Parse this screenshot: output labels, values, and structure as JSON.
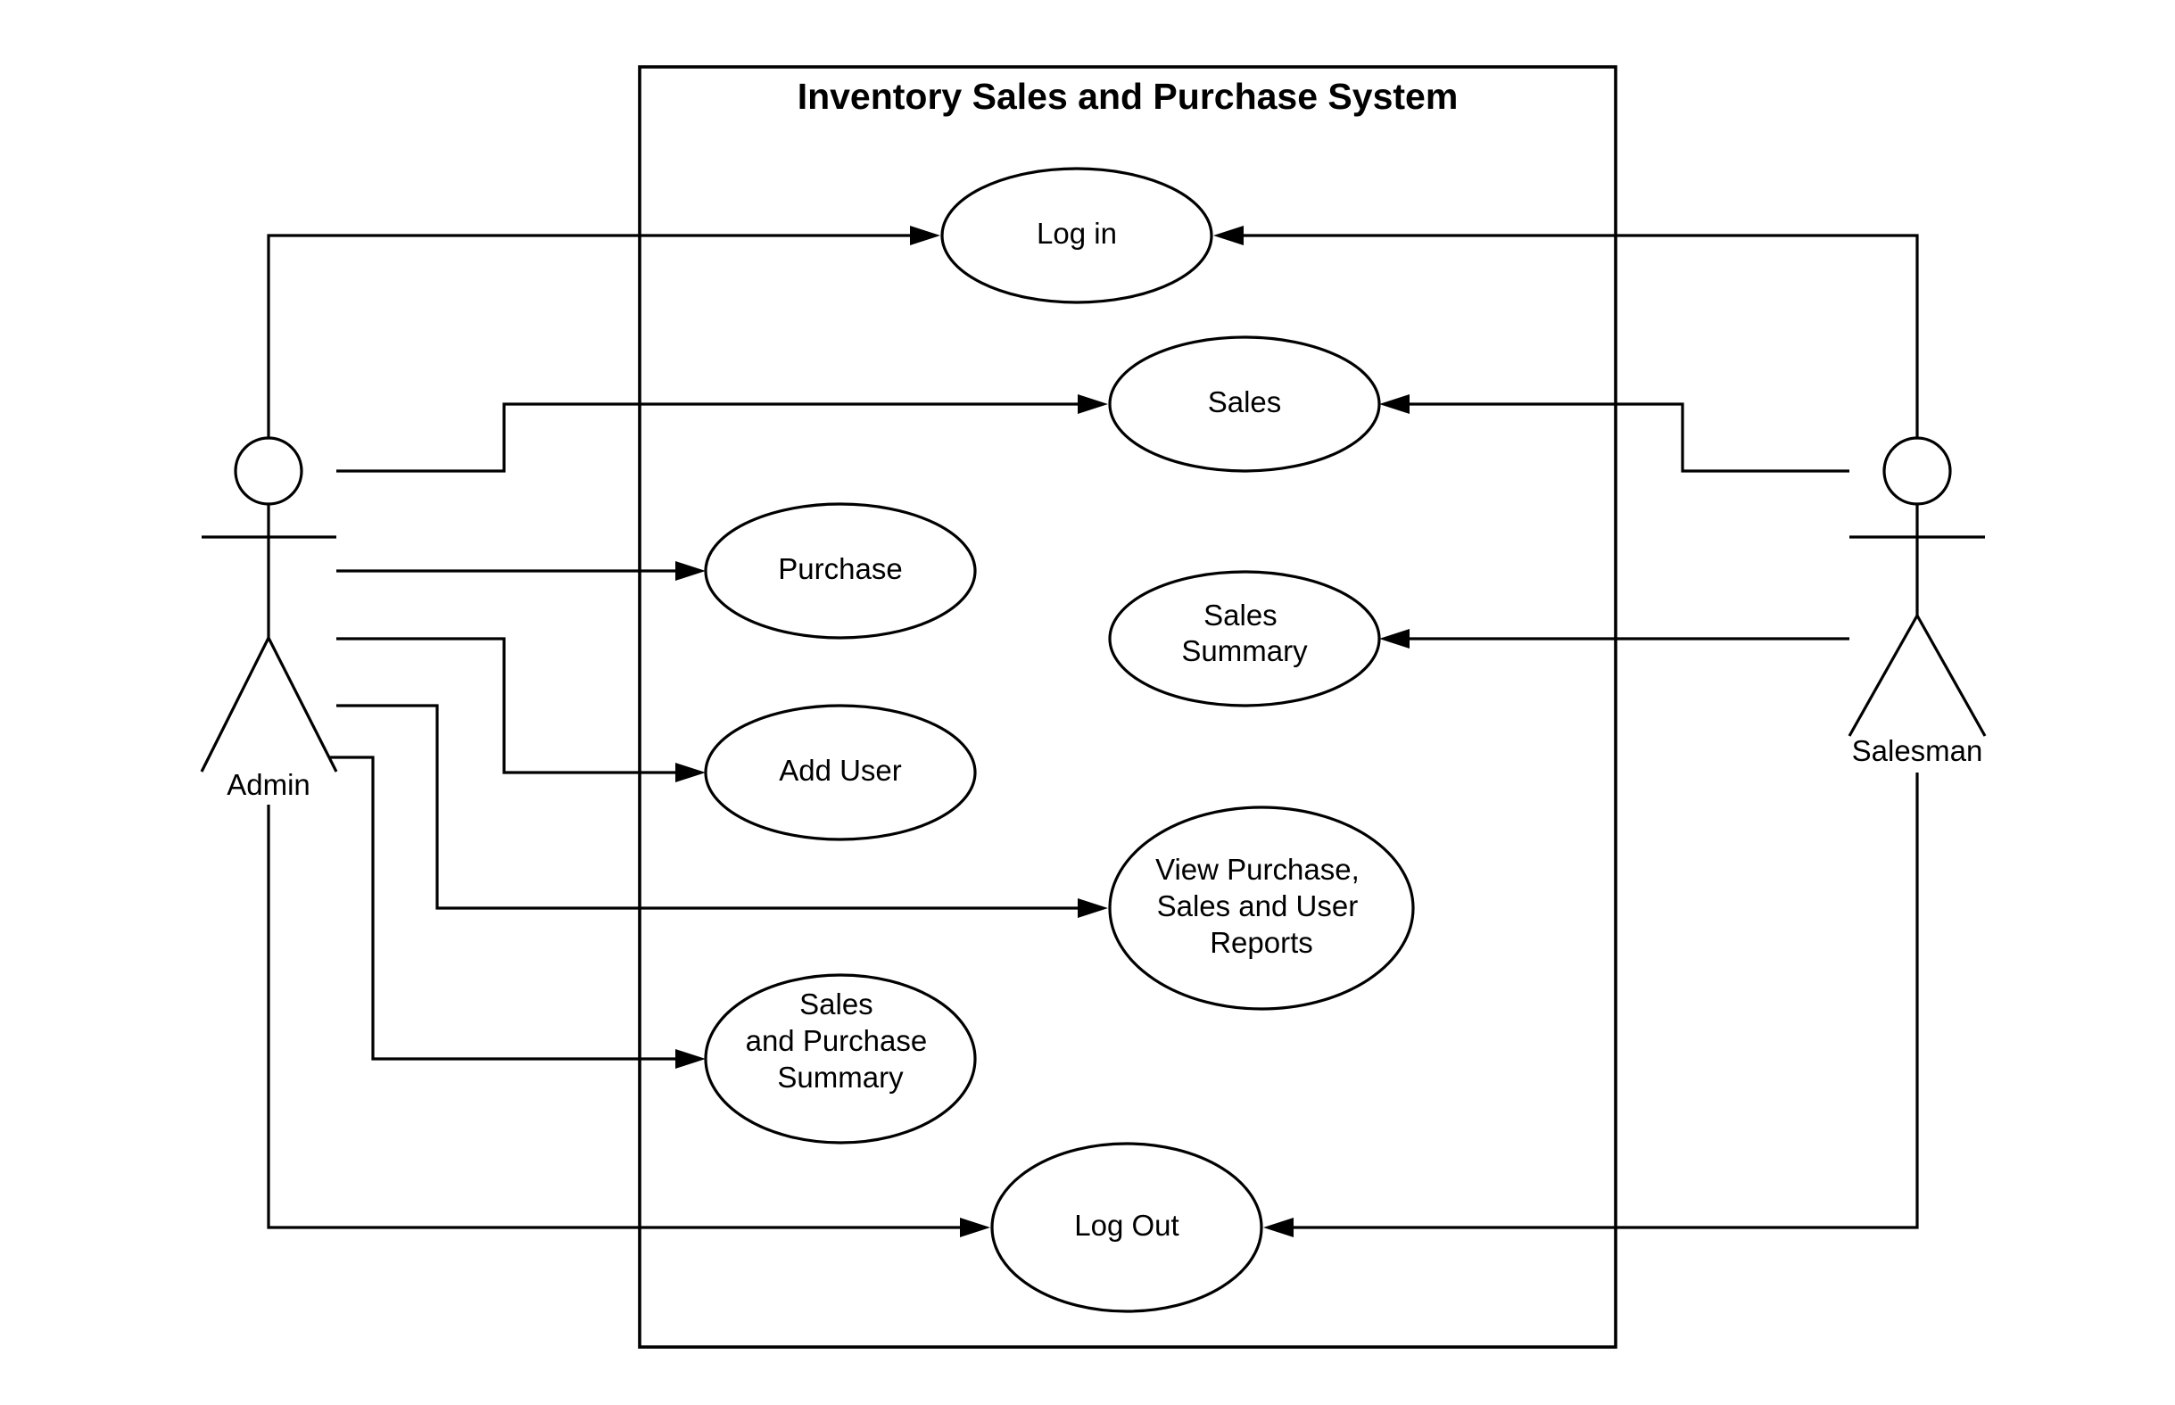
{
  "system": {
    "title": "Inventory Sales and Purchase System"
  },
  "actors": {
    "admin": "Admin",
    "salesman": "Salesman"
  },
  "use_cases": {
    "login": [
      "Log in"
    ],
    "sales": [
      "Sales"
    ],
    "purchase": [
      "Purchase"
    ],
    "sales_summary": [
      "Sales",
      "Summary"
    ],
    "add_user": [
      "Add User"
    ],
    "view_reports": [
      "View Purchase,",
      "Sales and User",
      "Reports"
    ],
    "sales_purchase_summary": [
      "Sales",
      "and Purchase",
      "Summary"
    ],
    "logout": [
      "Log Out"
    ]
  },
  "associations": [
    {
      "from": "Admin",
      "to": "Log in"
    },
    {
      "from": "Admin",
      "to": "Sales"
    },
    {
      "from": "Admin",
      "to": "Purchase"
    },
    {
      "from": "Admin",
      "to": "Add User"
    },
    {
      "from": "Admin",
      "to": "View Purchase, Sales and User Reports"
    },
    {
      "from": "Admin",
      "to": "Sales and Purchase Summary"
    },
    {
      "from": "Admin",
      "to": "Log Out"
    },
    {
      "from": "Salesman",
      "to": "Log in"
    },
    {
      "from": "Salesman",
      "to": "Sales"
    },
    {
      "from": "Salesman",
      "to": "Sales Summary"
    },
    {
      "from": "Salesman",
      "to": "Log Out"
    }
  ],
  "colors": {
    "stroke": "#000000",
    "background": "#ffffff"
  }
}
